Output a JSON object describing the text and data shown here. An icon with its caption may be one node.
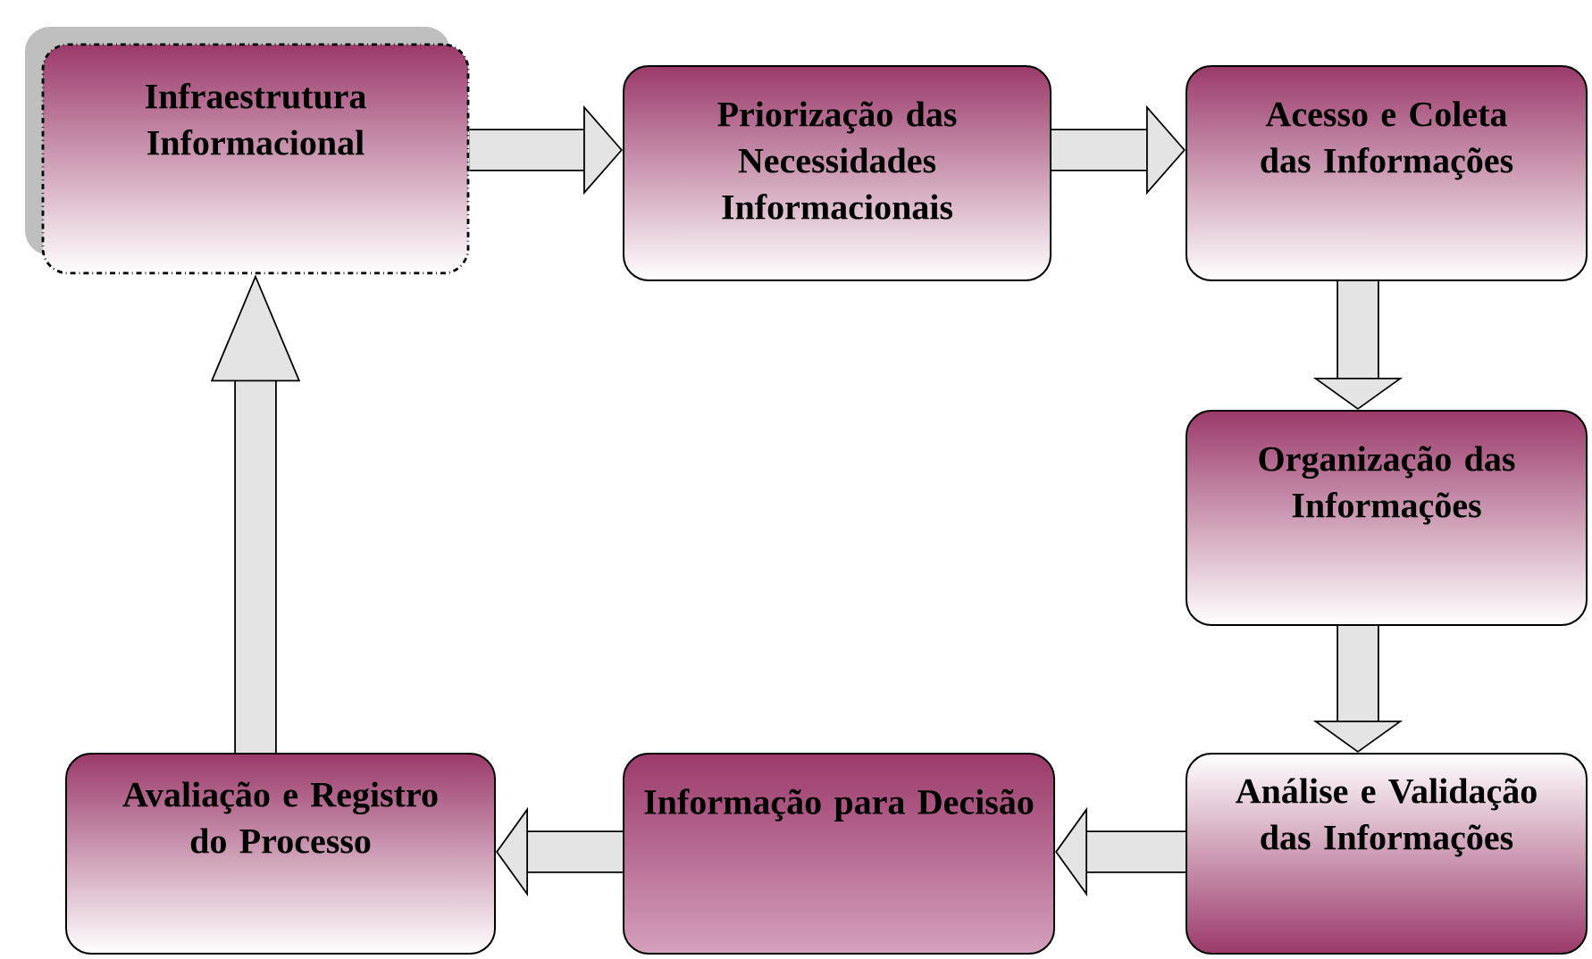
{
  "diagram": {
    "nodes": [
      {
        "text": [
          "Infraestrutura Informacional"
        ]
      },
      {
        "text": [
          "Priorização das Necessidades Informacionais"
        ]
      },
      {
        "text": [
          "Acesso e Coleta das Informações"
        ]
      },
      {
        "text": [
          "Organização das Informações"
        ]
      },
      {
        "text": [
          "Análise e Validação das Informações"
        ]
      },
      {
        "text": [
          "Informação para Decisão"
        ]
      },
      {
        "text": [
          "Avaliação e Registro do Processo"
        ]
      }
    ],
    "edges": [
      {
        "from": 0,
        "to": 1,
        "arrow": "to"
      },
      {
        "from": 1,
        "to": 2,
        "arrow": "to"
      },
      {
        "from": 2,
        "to": 3,
        "arrow": "to"
      },
      {
        "from": 3,
        "to": 4,
        "arrow": "to"
      },
      {
        "from": 4,
        "to": 5,
        "arrow": "to"
      },
      {
        "from": 5,
        "to": 6,
        "arrow": "to"
      },
      {
        "from": 6,
        "to": 0,
        "arrow": "to"
      }
    ]
  }
}
